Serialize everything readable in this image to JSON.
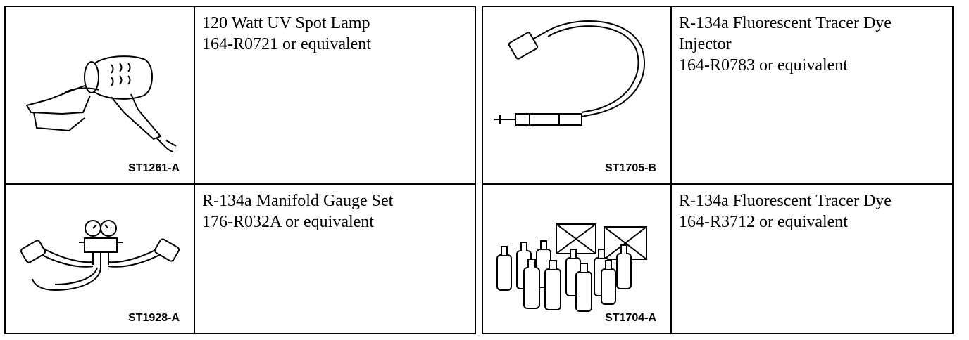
{
  "left_table": {
    "rows": [
      {
        "figure_code": "ST1261-A",
        "illustration_icon": "uv-spot-lamp-icon",
        "lines": [
          "120 Watt UV Spot Lamp",
          "164-R0721 or equivalent"
        ]
      },
      {
        "figure_code": "ST1928-A",
        "illustration_icon": "manifold-gauge-set-icon",
        "lines": [
          "R-134a Manifold Gauge Set",
          "176-R032A or equivalent"
        ]
      }
    ]
  },
  "right_table": {
    "rows": [
      {
        "figure_code": "ST1705-B",
        "illustration_icon": "dye-injector-icon",
        "lines": [
          "R-134a Fluorescent Tracer Dye",
          "Injector",
          "164-R0783 or equivalent"
        ]
      },
      {
        "figure_code": "ST1704-A",
        "illustration_icon": "tracer-dye-bottles-icon",
        "lines": [
          "R-134a Fluorescent Tracer Dye",
          "164-R3712 or equivalent"
        ]
      }
    ]
  }
}
